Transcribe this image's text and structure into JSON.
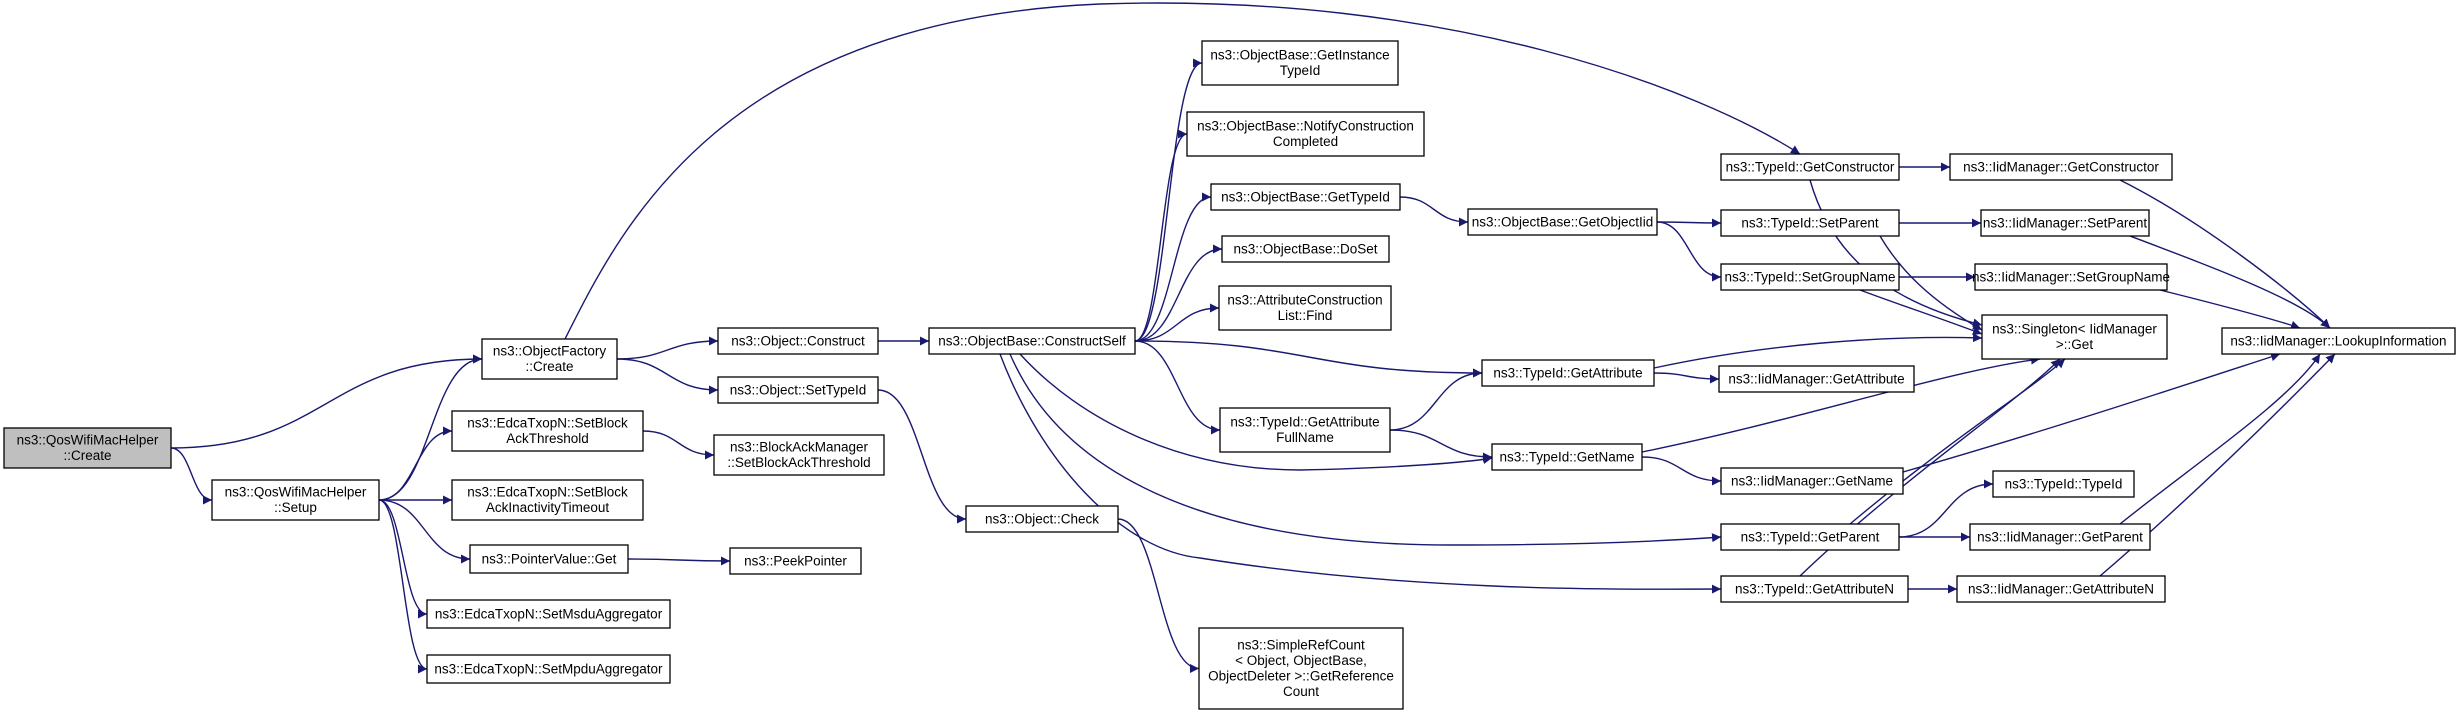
{
  "graph": {
    "edge_color": "#191970",
    "root_fill": "#bfbfbf",
    "node_fill": "#ffffff",
    "nodes": [
      {
        "id": "qoswifi_create",
        "lines": [
          "ns3::QosWifiMacHelper",
          "::Create"
        ],
        "root": true
      },
      {
        "id": "qoswifi_setup",
        "lines": [
          "ns3::QosWifiMacHelper",
          "::Setup"
        ]
      },
      {
        "id": "objfactory_create",
        "lines": [
          "ns3::ObjectFactory",
          "::Create"
        ]
      },
      {
        "id": "edca_setblockackthreshold",
        "lines": [
          "ns3::EdcaTxopN::SetBlock",
          "AckThreshold"
        ]
      },
      {
        "id": "edca_setblockackinactivity",
        "lines": [
          "ns3::EdcaTxopN::SetBlock",
          "AckInactivityTimeout"
        ]
      },
      {
        "id": "pointervalue_get",
        "lines": [
          "ns3::PointerValue::Get"
        ]
      },
      {
        "id": "edca_setmsdu",
        "lines": [
          "ns3::EdcaTxopN::SetMsduAggregator"
        ]
      },
      {
        "id": "edca_setmpdu",
        "lines": [
          "ns3::EdcaTxopN::SetMpduAggregator"
        ]
      },
      {
        "id": "object_construct",
        "lines": [
          "ns3::Object::Construct"
        ]
      },
      {
        "id": "object_settypeid",
        "lines": [
          "ns3::Object::SetTypeId"
        ]
      },
      {
        "id": "blockackmanager_set",
        "lines": [
          "ns3::BlockAckManager",
          "::SetBlockAckThreshold"
        ]
      },
      {
        "id": "peekpointer",
        "lines": [
          "ns3::PeekPointer"
        ]
      },
      {
        "id": "objectbase_constructself",
        "lines": [
          "ns3::ObjectBase::ConstructSelf"
        ]
      },
      {
        "id": "object_check",
        "lines": [
          "ns3::Object::Check"
        ]
      },
      {
        "id": "objectbase_getinstancetypeid",
        "lines": [
          "ns3::ObjectBase::GetInstance",
          "TypeId"
        ]
      },
      {
        "id": "objectbase_notify",
        "lines": [
          "ns3::ObjectBase::NotifyConstruction",
          "Completed"
        ]
      },
      {
        "id": "objectbase_gettypeid",
        "lines": [
          "ns3::ObjectBase::GetTypeId"
        ]
      },
      {
        "id": "objectbase_doset",
        "lines": [
          "ns3::ObjectBase::DoSet"
        ]
      },
      {
        "id": "attrconstructionlist_find",
        "lines": [
          "ns3::AttributeConstruction",
          "List::Find"
        ]
      },
      {
        "id": "typeid_getattributefullname",
        "lines": [
          "ns3::TypeId::GetAttribute",
          "FullName"
        ]
      },
      {
        "id": "simplerefcount",
        "lines": [
          "ns3::SimpleRefCount",
          "< Object, ObjectBase,",
          "ObjectDeleter >::GetReference",
          "Count"
        ]
      },
      {
        "id": "objectbase_getobjectiid",
        "lines": [
          "ns3::ObjectBase::GetObjectIid"
        ]
      },
      {
        "id": "typeid_getattribute",
        "lines": [
          "ns3::TypeId::GetAttribute"
        ]
      },
      {
        "id": "typeid_getname",
        "lines": [
          "ns3::TypeId::GetName"
        ]
      },
      {
        "id": "typeid_getconstructor",
        "lines": [
          "ns3::TypeId::GetConstructor"
        ]
      },
      {
        "id": "typeid_setparent",
        "lines": [
          "ns3::TypeId::SetParent"
        ]
      },
      {
        "id": "typeid_setgroupname",
        "lines": [
          "ns3::TypeId::SetGroupName"
        ]
      },
      {
        "id": "iidmanager_getattribute",
        "lines": [
          "ns3::IidManager::GetAttribute"
        ]
      },
      {
        "id": "iidmanager_getname",
        "lines": [
          "ns3::IidManager::GetName"
        ]
      },
      {
        "id": "typeid_getparent",
        "lines": [
          "ns3::TypeId::GetParent"
        ]
      },
      {
        "id": "typeid_getattributen",
        "lines": [
          "ns3::TypeId::GetAttributeN"
        ]
      },
      {
        "id": "iidmanager_getconstructor",
        "lines": [
          "ns3::IidManager::GetConstructor"
        ]
      },
      {
        "id": "iidmanager_setparent",
        "lines": [
          "ns3::IidManager::SetParent"
        ]
      },
      {
        "id": "iidmanager_setgroupname",
        "lines": [
          "ns3::IidManager::SetGroupName"
        ]
      },
      {
        "id": "singleton_get",
        "lines": [
          "ns3::Singleton< IidManager",
          ">::Get"
        ]
      },
      {
        "id": "typeid_typeid",
        "lines": [
          "ns3::TypeId::TypeId"
        ]
      },
      {
        "id": "iidmanager_getparent",
        "lines": [
          "ns3::IidManager::GetParent"
        ]
      },
      {
        "id": "iidmanager_getattributen",
        "lines": [
          "ns3::IidManager::GetAttributeN"
        ]
      },
      {
        "id": "iidmanager_lookupinformation",
        "lines": [
          "ns3::IidManager::LookupInformation"
        ]
      }
    ],
    "edges": [
      [
        "qoswifi_create",
        "objfactory_create"
      ],
      [
        "qoswifi_create",
        "qoswifi_setup"
      ],
      [
        "qoswifi_setup",
        "objfactory_create"
      ],
      [
        "qoswifi_setup",
        "edca_setblockackthreshold"
      ],
      [
        "qoswifi_setup",
        "edca_setblockackinactivity"
      ],
      [
        "qoswifi_setup",
        "pointervalue_get"
      ],
      [
        "qoswifi_setup",
        "edca_setmsdu"
      ],
      [
        "qoswifi_setup",
        "edca_setmpdu"
      ],
      [
        "objfactory_create",
        "object_construct"
      ],
      [
        "objfactory_create",
        "object_settypeid"
      ],
      [
        "objfactory_create",
        "typeid_getconstructor"
      ],
      [
        "edca_setblockackthreshold",
        "blockackmanager_set"
      ],
      [
        "pointervalue_get",
        "peekpointer"
      ],
      [
        "object_construct",
        "objectbase_constructself"
      ],
      [
        "object_settypeid",
        "object_check"
      ],
      [
        "object_check",
        "simplerefcount"
      ],
      [
        "objectbase_constructself",
        "objectbase_getinstancetypeid"
      ],
      [
        "objectbase_constructself",
        "objectbase_notify"
      ],
      [
        "objectbase_constructself",
        "objectbase_gettypeid"
      ],
      [
        "objectbase_constructself",
        "objectbase_doset"
      ],
      [
        "objectbase_constructself",
        "attrconstructionlist_find"
      ],
      [
        "objectbase_constructself",
        "typeid_getattributefullname"
      ],
      [
        "objectbase_constructself",
        "typeid_getattribute"
      ],
      [
        "objectbase_constructself",
        "typeid_getname"
      ],
      [
        "objectbase_constructself",
        "typeid_getparent"
      ],
      [
        "objectbase_constructself",
        "typeid_getattributen"
      ],
      [
        "objectbase_gettypeid",
        "objectbase_getobjectiid"
      ],
      [
        "objectbase_getobjectiid",
        "typeid_setparent"
      ],
      [
        "objectbase_getobjectiid",
        "typeid_setgroupname"
      ],
      [
        "typeid_getattributefullname",
        "typeid_getattribute"
      ],
      [
        "typeid_getattributefullname",
        "typeid_getname"
      ],
      [
        "typeid_getattribute",
        "iidmanager_getattribute"
      ],
      [
        "typeid_getattribute",
        "singleton_get"
      ],
      [
        "typeid_getname",
        "iidmanager_getname"
      ],
      [
        "typeid_getname",
        "singleton_get"
      ],
      [
        "typeid_getconstructor",
        "iidmanager_getconstructor"
      ],
      [
        "typeid_getconstructor",
        "singleton_get"
      ],
      [
        "typeid_setparent",
        "iidmanager_setparent"
      ],
      [
        "typeid_setparent",
        "singleton_get"
      ],
      [
        "typeid_setgroupname",
        "iidmanager_setgroupname"
      ],
      [
        "typeid_setgroupname",
        "singleton_get"
      ],
      [
        "typeid_getparent",
        "typeid_typeid"
      ],
      [
        "typeid_getparent",
        "iidmanager_getparent"
      ],
      [
        "typeid_getparent",
        "singleton_get"
      ],
      [
        "typeid_getattributen",
        "iidmanager_getattributen"
      ],
      [
        "typeid_getattributen",
        "singleton_get"
      ],
      [
        "iidmanager_getconstructor",
        "iidmanager_lookupinformation"
      ],
      [
        "iidmanager_setparent",
        "iidmanager_lookupinformation"
      ],
      [
        "iidmanager_setgroupname",
        "iidmanager_lookupinformation"
      ],
      [
        "iidmanager_getname",
        "iidmanager_lookupinformation"
      ],
      [
        "iidmanager_getparent",
        "iidmanager_lookupinformation"
      ],
      [
        "iidmanager_getattributen",
        "iidmanager_lookupinformation"
      ]
    ]
  }
}
